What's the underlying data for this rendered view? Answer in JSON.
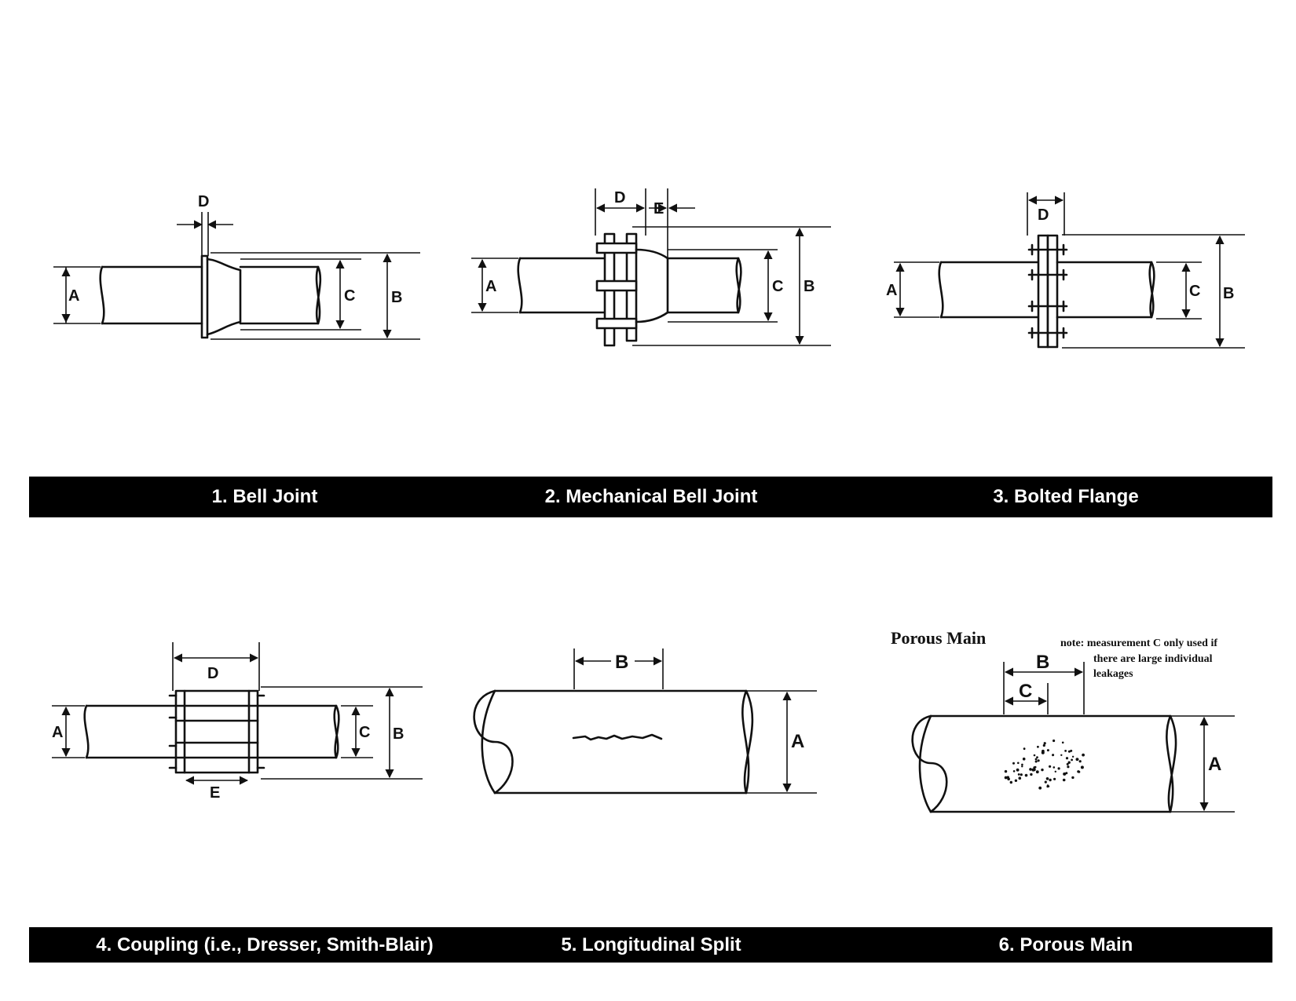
{
  "diagrams": [
    {
      "caption": "1. Bell Joint",
      "labels": {
        "a": "A",
        "b": "B",
        "c": "C",
        "d": "D"
      }
    },
    {
      "caption": "2. Mechanical Bell Joint",
      "labels": {
        "a": "A",
        "b": "B",
        "c": "C",
        "d": "D",
        "e": "E"
      }
    },
    {
      "caption": "3. Bolted Flange",
      "labels": {
        "a": "A",
        "b": "B",
        "c": "C",
        "d": "D"
      }
    },
    {
      "caption": "4. Coupling (i.e., Dresser, Smith-Blair)",
      "labels": {
        "a": "A",
        "b": "B",
        "c": "C",
        "d": "D",
        "e": "E"
      }
    },
    {
      "caption": "5. Longitudinal Split",
      "labels": {
        "a": "A",
        "b": "B"
      }
    },
    {
      "caption": "6. Porous Main",
      "title": "Porous Main",
      "note_lines": [
        "note:  measurement C only used if",
        "there are large individual",
        "leakages"
      ],
      "labels": {
        "a": "A",
        "b": "B",
        "c": "C"
      }
    }
  ]
}
